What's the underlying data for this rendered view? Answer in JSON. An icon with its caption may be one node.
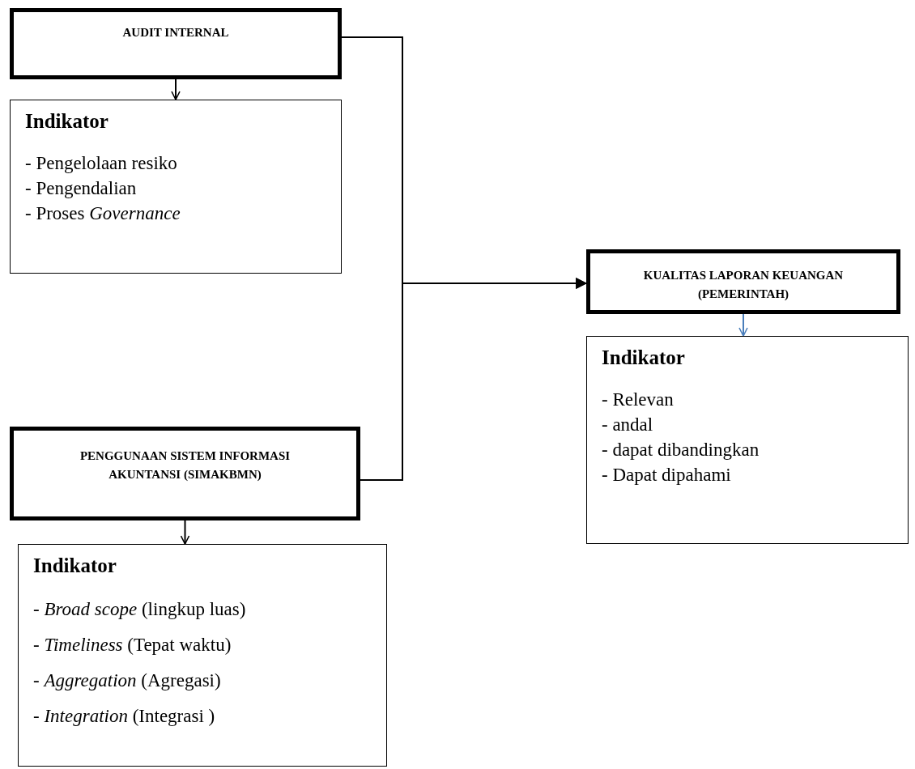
{
  "diagram": {
    "nodes": [
      {
        "text": [
          "AUDIT INTERNAL"
        ]
      },
      {
        "text": [
          "Indikator",
          "- Pengelolaan resiko",
          "- Pengendalian",
          "- Proses *Governance*"
        ]
      },
      {
        "text": [
          "PENGGUNAAN SISTEM INFORMASI AKUNTANSI (SIMAKBMN)"
        ]
      },
      {
        "text": [
          "Indikator",
          "- *Broad scope* (lingkup luas)",
          "- *Timeliness* (Tepat waktu)",
          "- *Aggregation* (Agregasi)",
          "- *Integration* (Integrasi )"
        ]
      },
      {
        "text": [
          "KUALITAS LAPORAN KEUANGAN (PEMERINTAH)"
        ]
      },
      {
        "text": [
          "Indikator",
          "- Relevan",
          "- andal",
          "- dapat dibandingkan",
          "- Dapat dipahami"
        ]
      }
    ],
    "edges": [
      {
        "from": 0,
        "to": 1,
        "arrow": "to"
      },
      {
        "from": 2,
        "to": 3,
        "arrow": "to"
      },
      {
        "from": 4,
        "to": 5,
        "arrow": "to",
        "color": "#4a7ebb"
      },
      {
        "from": 0,
        "to": 4,
        "arrow": "to"
      },
      {
        "from": 2,
        "to": 4,
        "arrow": "to"
      }
    ]
  }
}
